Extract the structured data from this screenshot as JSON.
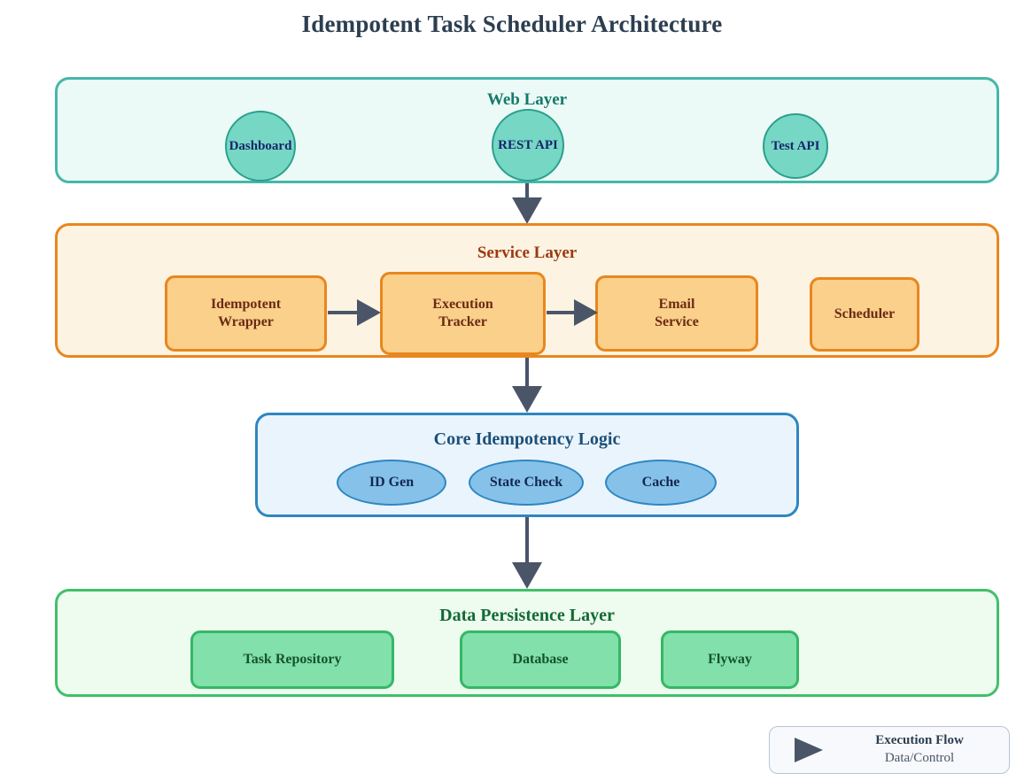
{
  "title": "Idempotent Task Scheduler Architecture",
  "colors": {
    "title_text": "#2c3e50",
    "arrow": "#4a5568",
    "web_border": "#45b7a8",
    "web_fill": "#ebfaf6",
    "web_node_fill": "#76d7c4",
    "service_border": "#e8871e",
    "service_fill": "#fdf3e3",
    "service_node_fill": "#fad08a",
    "core_border": "#2e86c1",
    "core_fill": "#eaf4fd",
    "core_node_fill": "#85c1e9",
    "data_border": "#41c06a",
    "data_fill": "#eefbef",
    "data_node_fill": "#82e0aa"
  },
  "layers": {
    "web": {
      "title": "Web Layer",
      "nodes": [
        {
          "label": "Dashboard"
        },
        {
          "label": "REST API"
        },
        {
          "label": "Test API"
        }
      ]
    },
    "service": {
      "title": "Service Layer",
      "nodes": [
        {
          "label": "Idempotent\nWrapper",
          "line1": "Idempotent",
          "line2": "Wrapper"
        },
        {
          "label": "Execution\nTracker",
          "line1": "Execution",
          "line2": "Tracker"
        },
        {
          "label": "Email\nService",
          "line1": "Email",
          "line2": "Service"
        },
        {
          "label": "Scheduler",
          "line1": "Scheduler",
          "line2": ""
        }
      ]
    },
    "core": {
      "title": "Core Idempotency Logic",
      "nodes": [
        {
          "label": "ID Gen"
        },
        {
          "label": "State Check"
        },
        {
          "label": "Cache"
        }
      ]
    },
    "data": {
      "title": "Data Persistence Layer",
      "nodes": [
        {
          "label": "Task Repository"
        },
        {
          "label": "Database"
        },
        {
          "label": "Flyway"
        }
      ]
    }
  },
  "legend": {
    "title": "Execution Flow",
    "subtitle": "Data/Control",
    "icon": "triangle-right-arrow-icon"
  }
}
